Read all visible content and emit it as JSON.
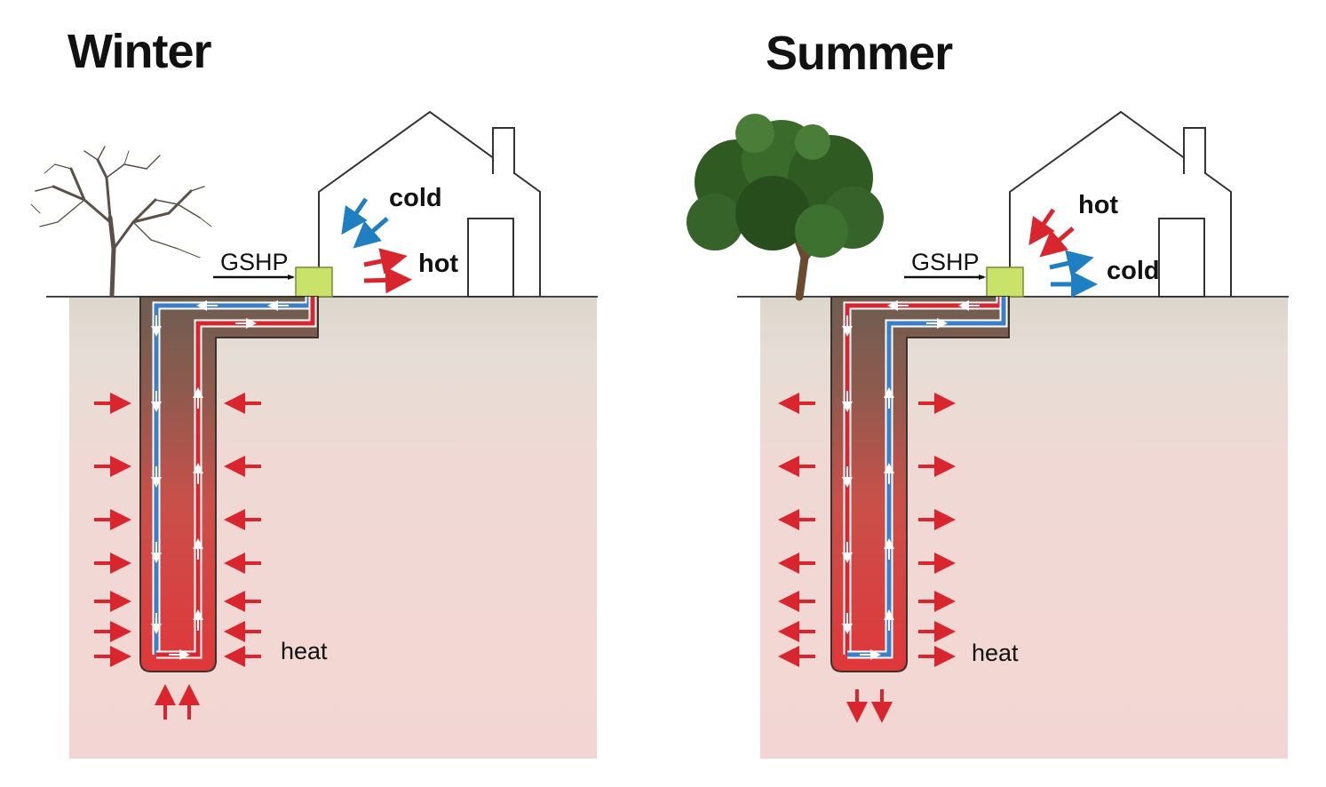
{
  "panels": [
    {
      "title": "Winter",
      "gshp_label": "GSHP",
      "upper_label": "cold",
      "lower_label": "hot",
      "heat_label": "heat",
      "upper_arrow_color": "#1f7fc1",
      "lower_arrow_color": "#d9262e",
      "down_pipe_color": "#3b7fc9",
      "up_pipe_color": "#d9262e",
      "side_arrow_direction": "toward-pipe",
      "bottom_arrow_direction": "up",
      "tree": "bare-tree"
    },
    {
      "title": "Summer",
      "gshp_label": "GSHP",
      "upper_label": "hot",
      "lower_label": "cold",
      "heat_label": "heat",
      "upper_arrow_color": "#d9262e",
      "lower_arrow_color": "#1f7fc1",
      "down_pipe_color": "#d9262e",
      "up_pipe_color": "#3b7fc9",
      "side_arrow_direction": "away-from-pipe",
      "bottom_arrow_direction": "down",
      "tree": "leafy-tree"
    }
  ],
  "colors": {
    "heat_arrow": "#d9262e",
    "gshp_unit": "#c8e26a",
    "soil_top": "#d9d3c9",
    "soil_bottom": "#f1d6d2",
    "trench": "#6a5a4c"
  }
}
